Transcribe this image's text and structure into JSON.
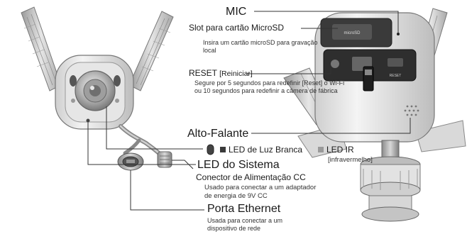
{
  "labels": {
    "mic": "MIC",
    "microsd_title": "Slot para cartão MicroSD",
    "microsd_desc_1": "Insira um cartão microSD para gravação",
    "microsd_desc_2": "local",
    "reset_title": "RESET",
    "reset_bracket": "[Reiniciar]",
    "reset_desc_1": "Segure por 5 segundos para redefinir [Reset] o Wi-Fi",
    "reset_desc_2": "ou 10 segundos para redefinir a câmera de fábrica",
    "speaker": "Alto-Falante",
    "white_led": "LED de Luz Branca",
    "ir_led": "LED IR",
    "ir_led_sub": "[infravermelho]",
    "system_led": "LED do Sistema",
    "power_title": "Conector de Alimentação CC",
    "power_desc_1": "Usado para conectar a um adaptador",
    "power_desc_2": "de energia de 9V CC",
    "ethernet_title": "Porta Ethernet",
    "ethernet_desc_1": "Usada para conectar a um",
    "ethernet_desc_2": "dispositivo de rede",
    "sd_slot_print": "microSD",
    "reset_print": "RESET"
  },
  "colors": {
    "white_led_marker": "#3a3a3a",
    "ir_led_marker": "#9a9a9a",
    "line": "#333333"
  }
}
